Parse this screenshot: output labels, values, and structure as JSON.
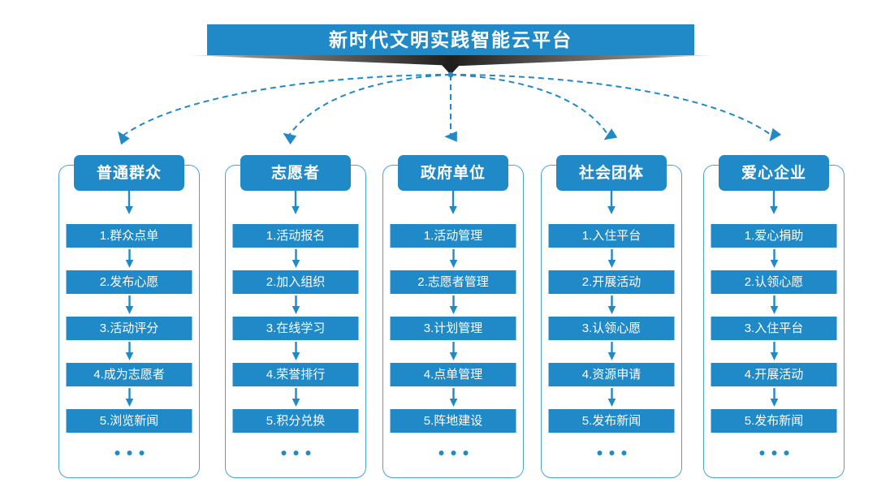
{
  "header": {
    "title": "新时代文明实践智能云平台",
    "bar_color": "#2089c8",
    "shadow_color": "#2b2b2b"
  },
  "theme": {
    "accent": "#2089c8",
    "frame_border": "#4aa3d8",
    "connector": "#2089c8",
    "background": "#ffffff",
    "text_on_accent": "#ffffff"
  },
  "ellipsis": "...",
  "columns": [
    {
      "id": "ordinary-public",
      "title": "普通群众",
      "items": [
        "1.群众点单",
        "2.发布心愿",
        "3.活动评分",
        "4.成为志愿者",
        "5.浏览新闻"
      ]
    },
    {
      "id": "volunteer",
      "title": "志愿者",
      "items": [
        "1.活动报名",
        "2.加入组织",
        "3.在线学习",
        "4.荣誉排行",
        "5.积分兑换"
      ]
    },
    {
      "id": "government-unit",
      "title": "政府单位",
      "items": [
        "1.活动管理",
        "2.志愿者管理",
        "3.计划管理",
        "4.点单管理",
        "5.阵地建设"
      ]
    },
    {
      "id": "social-group",
      "title": "社会团体",
      "items": [
        "1.入住平台",
        "2.开展活动",
        "3.认领心愿",
        "4.资源申请",
        "5.发布新闻"
      ]
    },
    {
      "id": "caring-enterprise",
      "title": "爱心企业",
      "items": [
        "1.爱心捐助",
        "2.认领心愿",
        "3.入住平台",
        "4.开展活动",
        "5.发布新闻"
      ]
    }
  ]
}
